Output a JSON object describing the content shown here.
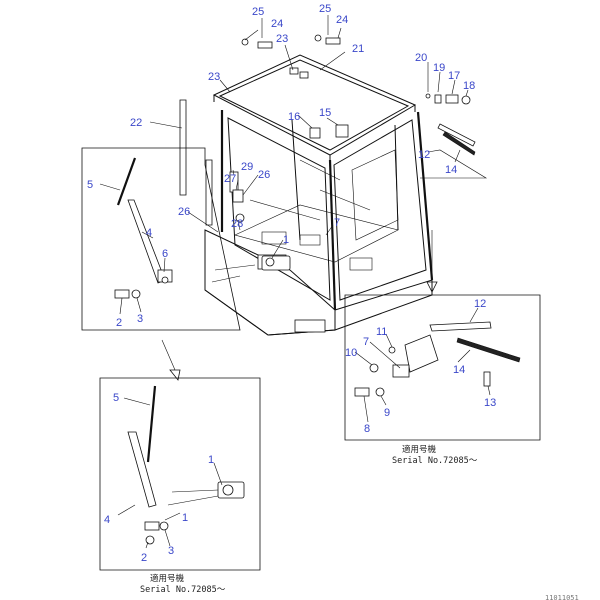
{
  "callouts": {
    "c1": "25",
    "c2": "24",
    "c3": "25",
    "c4": "24",
    "c5": "23",
    "c6": "21",
    "c7": "23",
    "c8": "20",
    "c9": "19",
    "c10": "17",
    "c11": "18",
    "c12": "22",
    "c13": "16",
    "c14": "15",
    "c15": "12",
    "c16": "14",
    "c17": "29",
    "c18": "27",
    "c19": "26",
    "c20": "5",
    "c21": "26",
    "c22": "28",
    "c23": "7",
    "c24": "4",
    "c25": "1",
    "c26": "6",
    "c27": "2",
    "c28": "3",
    "c29": "12",
    "c30": "11",
    "c31": "10",
    "c32": "7",
    "c33": "14",
    "c34": "13",
    "c35": "9",
    "c36": "8",
    "c37": "5",
    "c38": "1",
    "c39": "4",
    "c40": "1",
    "c41": "2",
    "c42": "3"
  },
  "notes": {
    "right_applicable": "適用号機",
    "right_serial": "Serial No.72085～",
    "bottom_applicable": "適用号機",
    "bottom_serial": "Serial No.72085～",
    "figure_code": "11011051"
  }
}
